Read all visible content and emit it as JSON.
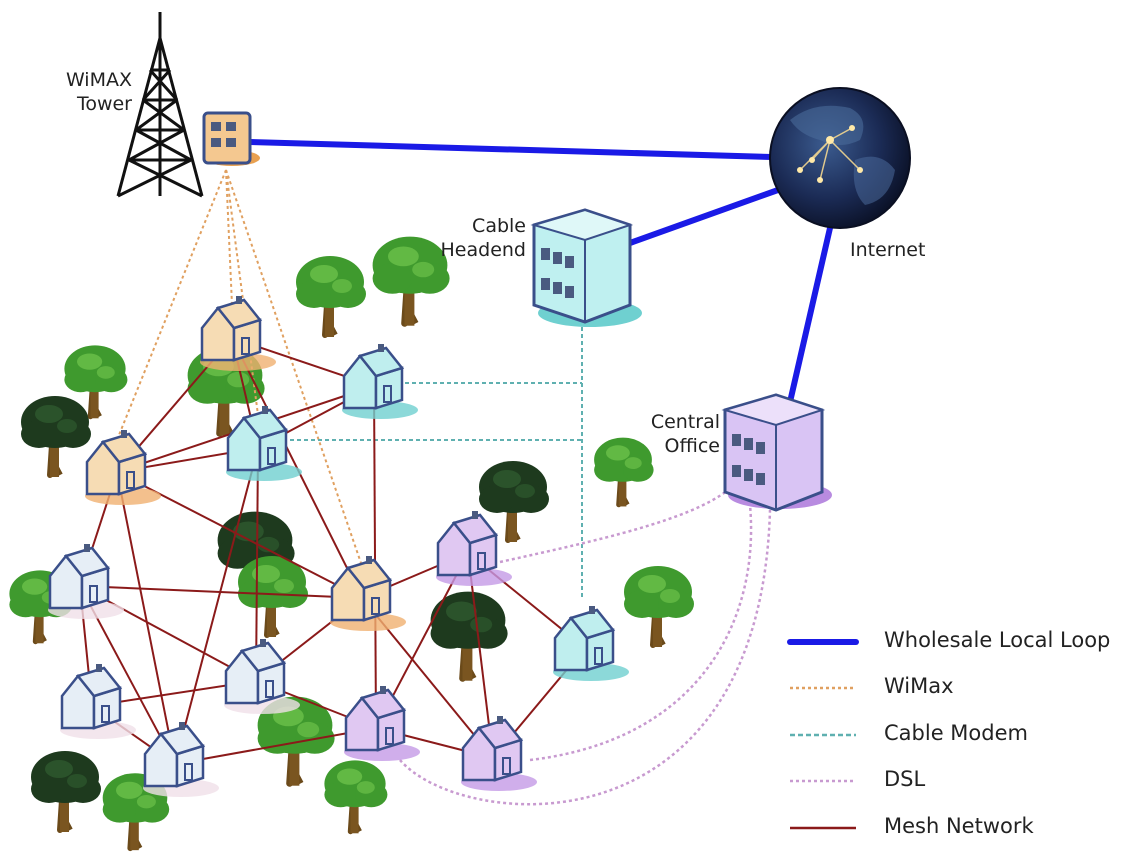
{
  "labels": {
    "wimax_tower": [
      "WiMAX",
      "Tower"
    ],
    "cable_headend": [
      "Cable",
      "Headend"
    ],
    "central_office": [
      "Central",
      "Office"
    ],
    "internet": "Internet"
  },
  "legend": [
    {
      "label": "Wholesale Local Loop",
      "color": "#1a1ae6",
      "style": "thick"
    },
    {
      "label": "WiMax",
      "color": "#e0a060",
      "style": "dotted"
    },
    {
      "label": "Cable Modem",
      "color": "#5fb0b0",
      "style": "dashed"
    },
    {
      "label": "DSL",
      "color": "#c89ad0",
      "style": "dotted"
    },
    {
      "label": "Mesh Network",
      "color": "#8b1a1a",
      "style": "solid"
    }
  ],
  "colors": {
    "loop": "#1a1ae6",
    "wimax": "#e0a060",
    "cable": "#5fb0b0",
    "dsl": "#c89ad0",
    "mesh": "#8b1a1a",
    "house_wimax": "#f6dcb4",
    "house_cable": "#bfeeee",
    "house_dsl": "#e0c8f2",
    "house_plain": "#e6eef6"
  }
}
